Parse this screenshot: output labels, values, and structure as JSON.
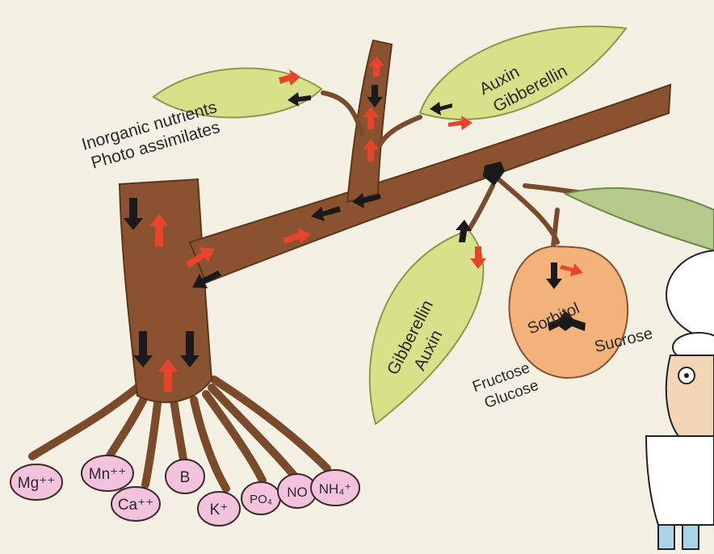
{
  "labels": {
    "upper_leaf_left_line1": "Inorganic nutrients",
    "upper_leaf_left_line2": "Photo assimilates",
    "upper_leaf_right_line1": "Auxin",
    "upper_leaf_right_line2": "Gibberellin",
    "lower_leaf_line1": "Gibberellin",
    "lower_leaf_line2": "Auxin",
    "fruit_sorbitol": "Sorbitol",
    "fruit_sucrose": "Sucrose",
    "fruit_fructose": "Fructose",
    "fruit_glucose": "Glucose"
  },
  "nutrients": [
    {
      "id": "mg",
      "text": "Mg⁺⁺"
    },
    {
      "id": "mn",
      "text": "Mn⁺⁺"
    },
    {
      "id": "ca",
      "text": "Ca⁺⁺"
    },
    {
      "id": "b",
      "text": "B"
    },
    {
      "id": "k",
      "text": "K⁺"
    },
    {
      "id": "po4",
      "text": "PO₄"
    },
    {
      "id": "no",
      "text": "NO"
    },
    {
      "id": "nh4",
      "text": "NH₄⁺"
    }
  ],
  "colors": {
    "bark": "#8a5231",
    "bark_dark": "#5e3519",
    "leaf": "#d8e08a",
    "leaf_dark": "#8a9a4a",
    "fruit": "#f2b27a",
    "ion": "#f3c2dc",
    "arrow_up": "#e8442c",
    "arrow_down": "#1a1a1a"
  }
}
